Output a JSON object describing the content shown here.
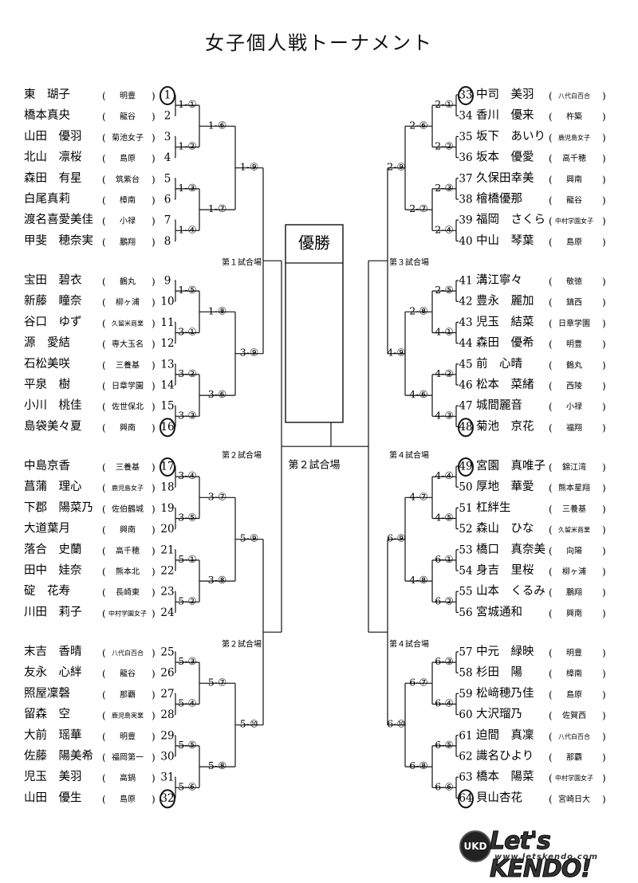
{
  "title": "女子個人戦トーナメント",
  "champion_label": "優勝",
  "center_venue": "第２試合場",
  "venues": {
    "left_top": "第１試合場",
    "right_top": "第３試合場",
    "left_mid": "第２試合場",
    "right_mid": "第４試合場",
    "left_bottom": "第２試合場",
    "right_bottom": "第４試合場"
  },
  "circled_numbers": [
    "1",
    "16",
    "17",
    "32",
    "33",
    "48",
    "49",
    "64"
  ],
  "players_left": [
    {
      "num": "1",
      "name": "東　瑚子",
      "team": "明豊"
    },
    {
      "num": "2",
      "name": "橋本真央",
      "team": "龍谷"
    },
    {
      "num": "3",
      "name": "山田　優羽",
      "team": "菊池女子"
    },
    {
      "num": "4",
      "name": "北山　凛桜",
      "team": "島原"
    },
    {
      "num": "5",
      "name": "森田　有星",
      "team": "筑紫台"
    },
    {
      "num": "6",
      "name": "白尾真莉",
      "team": "樟南"
    },
    {
      "num": "7",
      "name": "渡名喜愛美佳",
      "team": "小禄"
    },
    {
      "num": "8",
      "name": "甲斐　穂奈実",
      "team": "鵬翔"
    },
    {
      "num": "9",
      "name": "宝田　碧衣",
      "team": "鶴丸"
    },
    {
      "num": "10",
      "name": "新藤　瞳奈",
      "team": "柳ヶ浦"
    },
    {
      "num": "11",
      "name": "谷口　ゆず",
      "team": "久留米商業"
    },
    {
      "num": "12",
      "name": "源　愛結",
      "team": "専大玉名"
    },
    {
      "num": "13",
      "name": "石松美咲",
      "team": "三養基"
    },
    {
      "num": "14",
      "name": "平泉　樹",
      "team": "日章学園"
    },
    {
      "num": "15",
      "name": "小川　桃佳",
      "team": "佐世保北"
    },
    {
      "num": "16",
      "name": "島袋美々夏",
      "team": "興南"
    },
    {
      "num": "17",
      "name": "中島京香",
      "team": "三養基"
    },
    {
      "num": "18",
      "name": "菖蒲　理心",
      "team": "鹿児島女子"
    },
    {
      "num": "19",
      "name": "下郡　陽菜乃",
      "team": "佐伯鶴城"
    },
    {
      "num": "20",
      "name": "大道葉月",
      "team": "興南"
    },
    {
      "num": "21",
      "name": "落合　史蘭",
      "team": "高千穂"
    },
    {
      "num": "22",
      "name": "田中　娃奈",
      "team": "熊本北"
    },
    {
      "num": "23",
      "name": "碇　花寿",
      "team": "長崎東"
    },
    {
      "num": "24",
      "name": "川田　莉子",
      "team": "中村学園女子"
    },
    {
      "num": "25",
      "name": "末吉　香晴",
      "team": "八代白百合"
    },
    {
      "num": "26",
      "name": "友永　心絆",
      "team": "龍谷"
    },
    {
      "num": "27",
      "name": "照屋凜磬",
      "team": "那覇"
    },
    {
      "num": "28",
      "name": "留森　空",
      "team": "鹿児島実業"
    },
    {
      "num": "29",
      "name": "大前　瑶華",
      "team": "明豊"
    },
    {
      "num": "30",
      "name": "佐藤　陽美希",
      "team": "福岡第一"
    },
    {
      "num": "31",
      "name": "児玉　美羽",
      "team": "高鍋"
    },
    {
      "num": "32",
      "name": "山田　優生",
      "team": "島原"
    }
  ],
  "players_right": [
    {
      "num": "33",
      "name": "中司　美羽",
      "team": "八代白百合"
    },
    {
      "num": "34",
      "name": "香川　優来",
      "team": "杵築"
    },
    {
      "num": "35",
      "name": "坂下　あいり",
      "team": "鹿児島女子"
    },
    {
      "num": "36",
      "name": "坂本　優愛",
      "team": "高千穂"
    },
    {
      "num": "37",
      "name": "久保田幸美",
      "team": "興南"
    },
    {
      "num": "38",
      "name": "檜橋優那",
      "team": "龍谷"
    },
    {
      "num": "39",
      "name": "福岡　さくら",
      "team": "中村学園女子"
    },
    {
      "num": "40",
      "name": "中山　琴葉",
      "team": "島原"
    },
    {
      "num": "41",
      "name": "溝江寧々",
      "team": "敬徳"
    },
    {
      "num": "42",
      "name": "豊永　麗加",
      "team": "鎮西"
    },
    {
      "num": "43",
      "name": "児玉　結菜",
      "team": "日章学園"
    },
    {
      "num": "44",
      "name": "森田　優希",
      "team": "明豊"
    },
    {
      "num": "45",
      "name": "前　心晴",
      "team": "鶴丸"
    },
    {
      "num": "46",
      "name": "松本　菜緒",
      "team": "西陵"
    },
    {
      "num": "47",
      "name": "城間麗音",
      "team": "小禄"
    },
    {
      "num": "48",
      "name": "菊池　京花",
      "team": "福翔"
    },
    {
      "num": "49",
      "name": "宮園　真唯子",
      "team": "錦江湾"
    },
    {
      "num": "50",
      "name": "厚地　華愛",
      "team": "熊本星翔"
    },
    {
      "num": "51",
      "name": "杠絆生",
      "team": "三養基"
    },
    {
      "num": "52",
      "name": "森山　ひな",
      "team": "久留米商業"
    },
    {
      "num": "53",
      "name": "橋口　真奈美",
      "team": "向陽"
    },
    {
      "num": "54",
      "name": "身吉　里桜",
      "team": "柳ヶ浦"
    },
    {
      "num": "55",
      "name": "山本　くるみ",
      "team": "鵬翔"
    },
    {
      "num": "56",
      "name": "宮城通和",
      "team": "興南"
    },
    {
      "num": "57",
      "name": "中元　緑映",
      "team": "明豊"
    },
    {
      "num": "58",
      "name": "杉田　陽",
      "team": "樟南"
    },
    {
      "num": "59",
      "name": "松﨑穂乃佳",
      "team": "島原"
    },
    {
      "num": "60",
      "name": "大沢瑠乃",
      "team": "佐賀西"
    },
    {
      "num": "61",
      "name": "迫間　真凜",
      "team": "八代白百合"
    },
    {
      "num": "62",
      "name": "識名ひより",
      "team": "那覇"
    },
    {
      "num": "63",
      "name": "橋本　陽菜",
      "team": "中村学園女子"
    },
    {
      "num": "64",
      "name": "貝山杏花",
      "team": "宮崎日大"
    }
  ],
  "matches_left": {
    "r1": [
      "1-①",
      "1-②",
      "1-③",
      "1-④",
      "1-⑤",
      "3-①",
      "3-②",
      "3-③",
      "3-④",
      "3-⑤",
      "5-①",
      "5-②",
      "5-③",
      "5-④",
      "5-⑤",
      "5-⑥"
    ],
    "r2": [
      "1-⑥",
      "1-⑦",
      "1-⑧",
      "3-⑥",
      "3-⑦",
      "3-⑧",
      "5-⑦",
      "5-⑧"
    ],
    "r3": [
      "1-⑨",
      "3-⑨",
      "5-⑨",
      "5-⑩"
    ]
  },
  "matches_right": {
    "r1": [
      "2-①",
      "2-②",
      "2-③",
      "2-④",
      "2-⑤",
      "4-①",
      "4-②",
      "4-③",
      "4-④",
      "4-⑤",
      "6-①",
      "6-②",
      "6-③",
      "6-④",
      "6-⑤",
      "6-⑥"
    ],
    "r2": [
      "2-⑥",
      "2-⑦",
      "2-⑧",
      "4-⑥",
      "4-⑦",
      "4-⑧",
      "6-⑦",
      "6-⑧"
    ],
    "r3": [
      "2-⑨",
      "4-⑨",
      "6-⑨",
      "6-⑩"
    ]
  },
  "logo": {
    "mark": "UKD",
    "text": "Let's KENDO!",
    "url": "www.letskendo.com"
  }
}
